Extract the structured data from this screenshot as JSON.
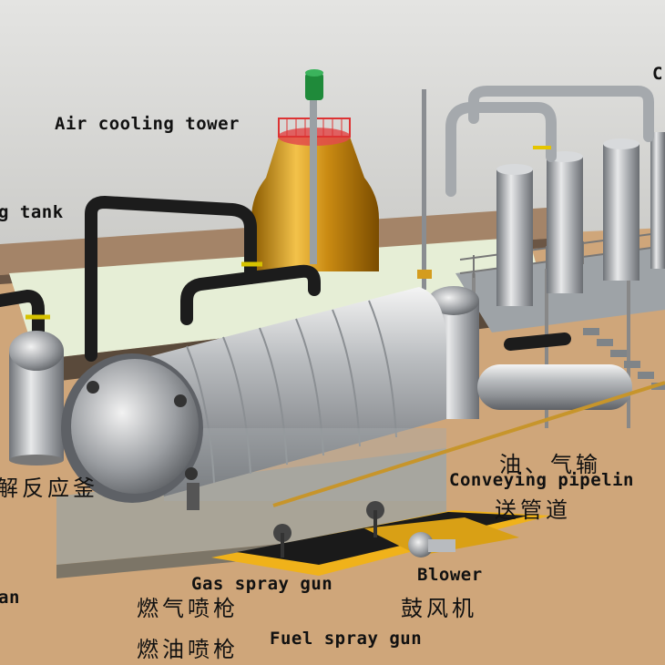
{
  "labels": {
    "air_cooling_tower": "Air cooling tower",
    "tank_partial": "g tank",
    "top_right_partial": "C",
    "oil_gas": "油、气输",
    "conveying_pipeline": "Conveying pipelin",
    "conveying_pipeline_zh": "送管道",
    "reactor_zh": "解反应釜",
    "gas_spray_gun": "Gas spray gun",
    "blower": "Blower",
    "left_partial": "an",
    "gas_spray_gun_zh": "燃气喷枪",
    "blower_zh": "鼓风机",
    "fuel_spray_gun_zh": "燃油喷枪",
    "fuel_spray_gun": "Fuel spray gun"
  }
}
